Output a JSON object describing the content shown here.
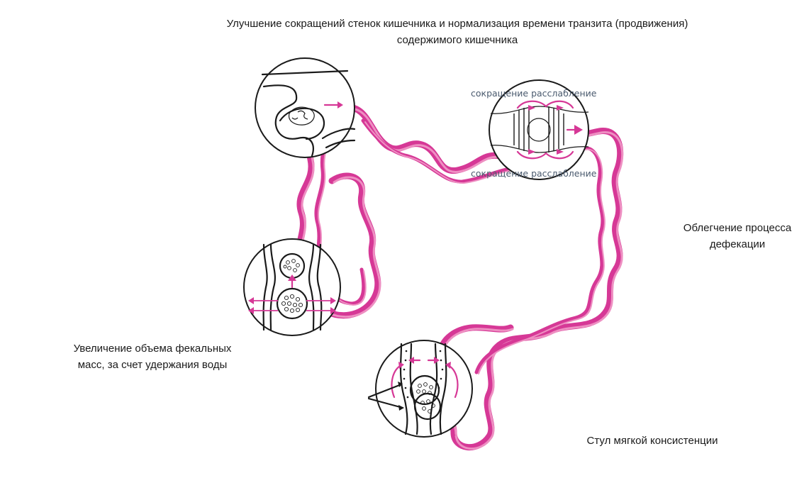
{
  "captions": {
    "top": "Улучшение сокращений стенок кишечника и нормализация времени транзита (продвижения)\nсодержимого кишечника",
    "right": "Облегчение процесса\nдефекации",
    "left": "Увеличение объема фекальных\nмасс, за счет  удержания воды",
    "bottom": "Стул мягкой консистенции"
  },
  "peristalsis_labels": {
    "top": "сокращение расслабление",
    "bottom": "сокращение расслабление"
  },
  "colors": {
    "colon": "#d63896",
    "colon_light": "#ee8fc2",
    "ink": "#1a1a1a",
    "label": "#4a5a6e"
  },
  "icons": [
    "arrow-right-icon",
    "arrow-up-icon",
    "arrow-left-icon"
  ]
}
